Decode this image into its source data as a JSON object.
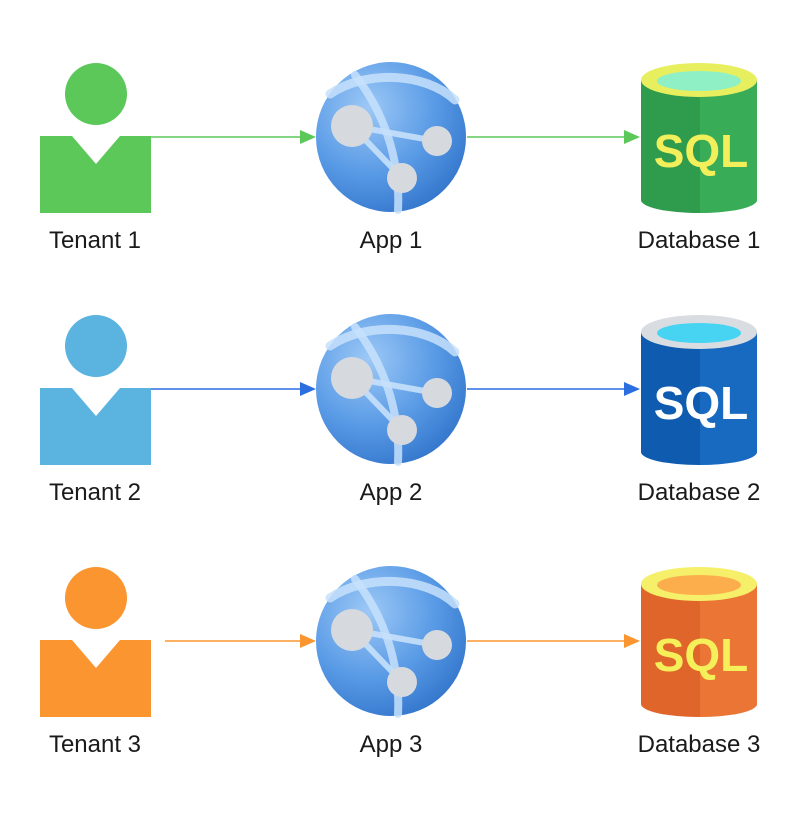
{
  "rows": [
    {
      "tenant_label": "Tenant 1",
      "app_label": "App 1",
      "db_label": "Database 1",
      "db_text": "SQL",
      "colors": {
        "tenant": "#5cc85a",
        "arrow": "#5cc85a",
        "db_body": "#2f9b4c",
        "db_body_light": "#41b860",
        "db_rim": "#e8ef5f",
        "db_inner": "#8ff0c6",
        "db_text": "#f2ef5a"
      }
    },
    {
      "tenant_label": "Tenant 2",
      "app_label": "App 2",
      "db_label": "Database 2",
      "db_text": "SQL",
      "colors": {
        "tenant": "#5bb3e0",
        "arrow": "#2a6ee0",
        "db_body": "#0e5bb0",
        "db_body_light": "#1f74cc",
        "db_rim": "#d9dde2",
        "db_inner": "#46d4f2",
        "db_text": "#ffffff"
      }
    },
    {
      "tenant_label": "Tenant 3",
      "app_label": "App 3",
      "db_label": "Database 3",
      "db_text": "SQL",
      "colors": {
        "tenant": "#fa9530",
        "arrow": "#fa9530",
        "db_body": "#e0652b",
        "db_body_light": "#f0803c",
        "db_rim": "#f5ef6a",
        "db_inner": "#fcae4c",
        "db_text": "#f5ef5a"
      }
    }
  ],
  "app_icon": "web-app-globe-icon",
  "tenant_icon": "person-icon",
  "db_icon": "sql-database-icon"
}
